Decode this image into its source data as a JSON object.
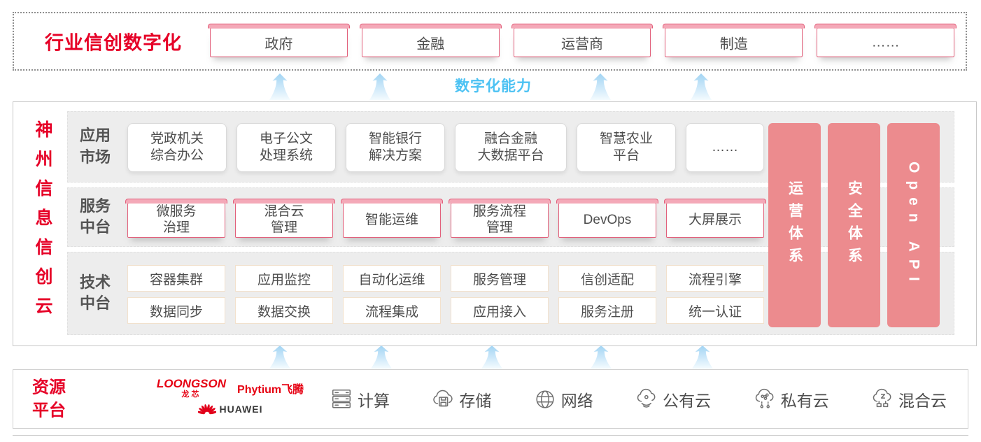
{
  "colors": {
    "accent_red": "#e60027",
    "pillar_pink": "#ec8b8e",
    "capability_blue": "#4cc2f3",
    "lid_pink": "#f4a9b8"
  },
  "top_banner": {
    "title": "行业信创数字化",
    "industries": [
      "政府",
      "金融",
      "运营商",
      "制造",
      "……"
    ]
  },
  "capability_label": "数字化能力",
  "platform": {
    "vertical_title": "神州信息信创云",
    "app_row": {
      "label": "应用\n市场",
      "items": [
        "党政机关\n综合办公",
        "电子公文\n处理系统",
        "智能银行\n解决方案",
        "融合金融\n大数据平台",
        "智慧农业\n平台",
        "……"
      ]
    },
    "service_row": {
      "label": "服务\n中台",
      "items": [
        "微服务\n治理",
        "混合云\n管理",
        "智能运维",
        "服务流程\n管理",
        "DevOps",
        "大屏展示"
      ]
    },
    "tech_row": {
      "label": "技术\n中台",
      "items_top": [
        "容器集群",
        "应用监控",
        "自动化运维",
        "服务管理",
        "信创适配",
        "流程引擎"
      ],
      "items_bottom": [
        "数据同步",
        "数据交换",
        "流程集成",
        "应用接入",
        "服务注册",
        "统一认证"
      ]
    },
    "pillars": [
      "运营体系",
      "安全体系",
      "Open API"
    ]
  },
  "resources": {
    "title": "资源\n平台",
    "vendors": {
      "loongson": "LOONGSON",
      "loongson_cn": "龙芯",
      "phytium": "Phytium飞腾",
      "huawei": "HUAWEI"
    },
    "items": [
      {
        "icon": "compute-icon",
        "label": "计算"
      },
      {
        "icon": "storage-icon",
        "label": "存储"
      },
      {
        "icon": "network-icon",
        "label": "网络"
      },
      {
        "icon": "public-cloud-icon",
        "label": "公有云"
      },
      {
        "icon": "private-cloud-icon",
        "label": "私有云"
      },
      {
        "icon": "hybrid-cloud-icon",
        "label": "混合云"
      }
    ]
  }
}
